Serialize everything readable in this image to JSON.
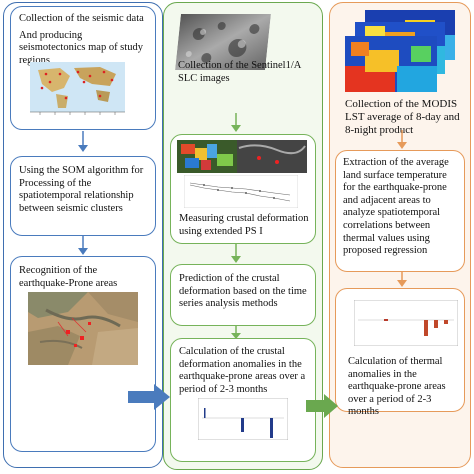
{
  "left": {
    "box1": {
      "line1": "Collection of the seismic data",
      "line2": "And producing seismotectonics map of study regions"
    },
    "box2": "Using the SOM algorithm for Processing of the spatiotemporal relationship between seismic clusters",
    "box3": "Recognition of the earthquake-Prone areas"
  },
  "middle": {
    "box1": "Collection of the Sentinel1/A SLC images",
    "box2": "Measuring crustal deformation using extended PS I",
    "box3": "Prediction of the crustal deformation based on the time series analysis methods",
    "box4": "Calculation of the crustal deformation anomalies in the earthquake-prone areas over a period of 2-3 months"
  },
  "right": {
    "box1": "Collection of the MODIS LST average of 8-day and 8-night product",
    "box2": "Extraction of the average land surface temperature for the earthquake-prone and adjacent areas to analyze spatiotemporal correlations between thermal values using proposed regression",
    "box3": "Calculation of thermal anomalies in the earthquake-prone areas over a period of 2-3 months"
  },
  "colors": {
    "blue": "#4a7bbd",
    "green": "#76b35a",
    "orange": "#e69a5a"
  }
}
